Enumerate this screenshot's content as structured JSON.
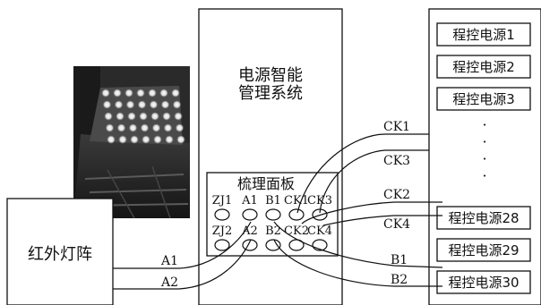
{
  "center_box": {
    "line1": "电源智能",
    "line2": "管理系统"
  },
  "panel": {
    "title": "梳理面板",
    "row1": [
      "ZJ1",
      "A1",
      "B1",
      "CK1",
      "CK3"
    ],
    "row2": [
      "ZJ2",
      "A2",
      "B2",
      "CK2",
      "CK4"
    ]
  },
  "infrared": {
    "label": "红外灯阵"
  },
  "power_sources": {
    "top": [
      "程控电源1",
      "程控电源2",
      "程控电源3"
    ],
    "bottom": [
      "程控电源28",
      "程控电源29",
      "程控电源30"
    ],
    "ellipsis": "·"
  },
  "wire_labels": {
    "ck1": "CK1",
    "ck3": "CK3",
    "ck2": "CK2",
    "ck4": "CK4",
    "b1": "B1",
    "b2": "B2",
    "a1": "A1",
    "a2": "A2"
  },
  "photo": {
    "subject": "infrared lamp array photo"
  }
}
